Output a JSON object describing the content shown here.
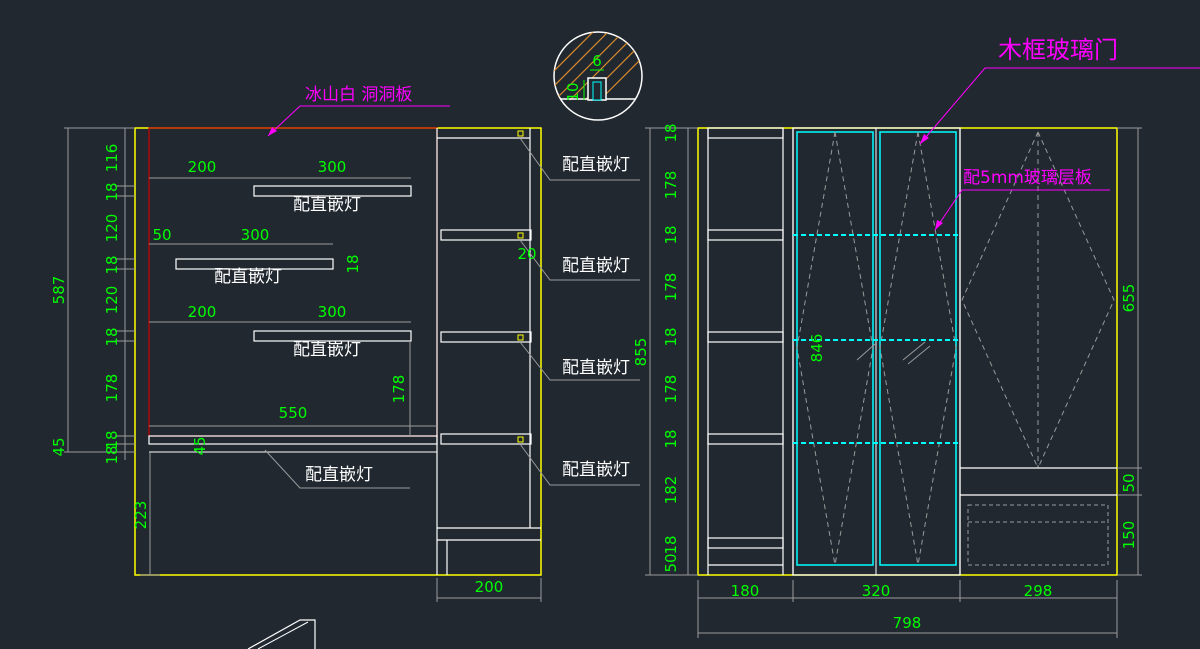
{
  "colors": {
    "background": "#212830",
    "outline": "#ffff00",
    "dimension": "#00ff00",
    "annotation": "#ff00ff",
    "glass": "#00ffff",
    "pegboard": "#cc0000",
    "line": "#ffffff",
    "hidden": "#9a9a9a"
  },
  "annotations": {
    "pegboard": "冰山白 洞洞板",
    "glass_door": "木框玻璃门",
    "glass_shelf": "配5mm玻璃层板"
  },
  "labels": {
    "light": "配直嵌灯"
  },
  "detail": {
    "dim_width": "6",
    "dim_height": "10"
  },
  "left_elevation": {
    "overall_height": "587",
    "lower_height": "45",
    "base_height": "223",
    "right_width": "200",
    "vertical_dims": [
      "116",
      "18",
      "120",
      "18",
      "120",
      "18",
      "178",
      "18",
      "18"
    ],
    "shelves": [
      {
        "left": "200",
        "right": "300"
      },
      {
        "left": "50",
        "right": "300",
        "side": "18"
      },
      {
        "left": "200",
        "right": "300"
      }
    ],
    "inner_height": "178",
    "inner_width": "550",
    "small_dim": "45",
    "light_gap": "20"
  },
  "right_elevation": {
    "total_height": "855",
    "side_dims": [
      "18",
      "178",
      "18",
      "178",
      "18",
      "178",
      "18",
      "182",
      "18",
      "50"
    ],
    "glass_height": "846",
    "right_height": "655",
    "drawer_dims": [
      "50",
      "150"
    ],
    "bottom_dims": [
      "180",
      "320",
      "298"
    ],
    "total_width": "798"
  }
}
